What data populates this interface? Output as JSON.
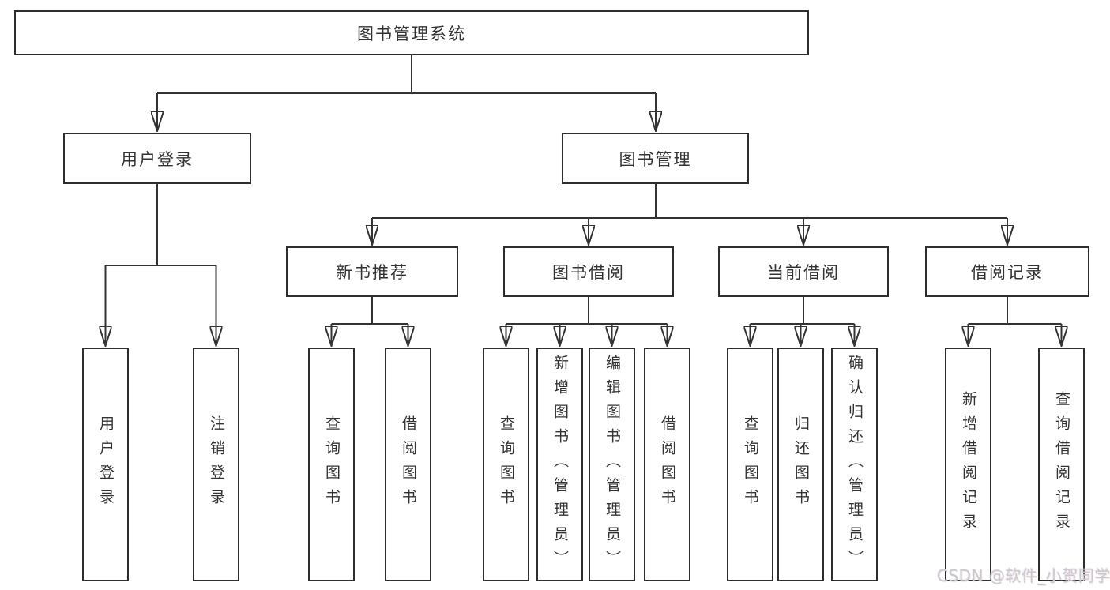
{
  "watermark": "CSDN @软件_小贺同学",
  "colors": {
    "line": "#333333",
    "box_border": "#2e2e2e",
    "box_background": "#ffffff",
    "text": "#333333",
    "watermark_text": "#c9c9c9"
  },
  "tree": {
    "root": {
      "label": "图书管理系统"
    },
    "branches": [
      {
        "label": "用户登录",
        "leaves": [
          "用户登录",
          "注销登录"
        ]
      },
      {
        "label": "图书管理",
        "groups": [
          {
            "label": "新书推荐",
            "leaves": [
              "查询图书",
              "借阅图书"
            ]
          },
          {
            "label": "图书借阅",
            "leaves": [
              "查询图书",
              "新增图书（管理员）",
              "编辑图书（管理员）",
              "借阅图书"
            ]
          },
          {
            "label": "当前借阅",
            "leaves": [
              "查询图书",
              "归还图书",
              "确认归还（管理员）"
            ]
          },
          {
            "label": "借阅记录",
            "leaves": [
              "新增借阅记录",
              "查询借阅记录"
            ]
          }
        ]
      }
    ]
  }
}
